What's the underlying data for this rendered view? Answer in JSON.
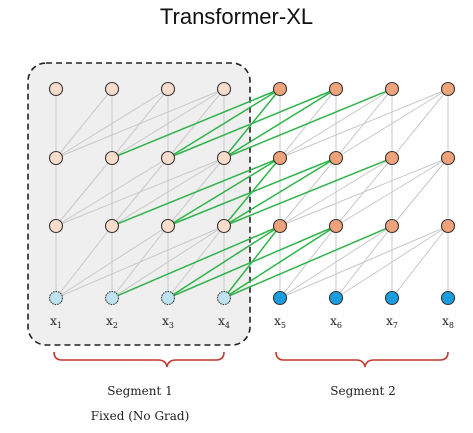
{
  "title": "Transformer-XL",
  "input_labels": [
    {
      "base": "x",
      "sub": "1"
    },
    {
      "base": "x",
      "sub": "2"
    },
    {
      "base": "x",
      "sub": "3"
    },
    {
      "base": "x",
      "sub": "4"
    },
    {
      "base": "x",
      "sub": "5"
    },
    {
      "base": "x",
      "sub": "6"
    },
    {
      "base": "x",
      "sub": "7"
    },
    {
      "base": "x",
      "sub": "8"
    }
  ],
  "segments": [
    {
      "label": "Segment 1",
      "note": "Fixed (No Grad)"
    },
    {
      "label": "Segment 2",
      "note": ""
    }
  ],
  "colors": {
    "memory_node": "#f9dccb",
    "active_node": "#f0a27a",
    "memory_input": "#bfe3f2",
    "active_input": "#1a9ee0",
    "grey_edge": "#c8c8c8",
    "green_edge": "#2fb34a",
    "brace": "#c0392b",
    "memory_box": "#efefef"
  }
}
